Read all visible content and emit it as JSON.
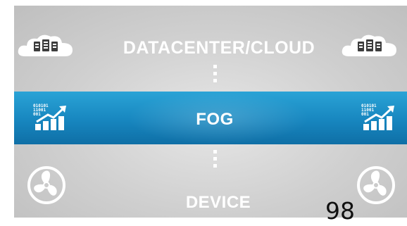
{
  "layers": {
    "cloud": {
      "label": "DATACENTER/CLOUD",
      "icon": "cloud-server-icon"
    },
    "fog": {
      "label": "FOG",
      "icon": "data-growth-chart-icon",
      "color": "#1a8ac4"
    },
    "device": {
      "label": "DEVICE",
      "icon": "fan-icon"
    }
  },
  "chart_icon_text": [
    "010101",
    "11001",
    "001"
  ],
  "page_number": "98",
  "colors": {
    "background": "#cccccc",
    "band": "#1a8ac4",
    "text": "#ffffff"
  }
}
